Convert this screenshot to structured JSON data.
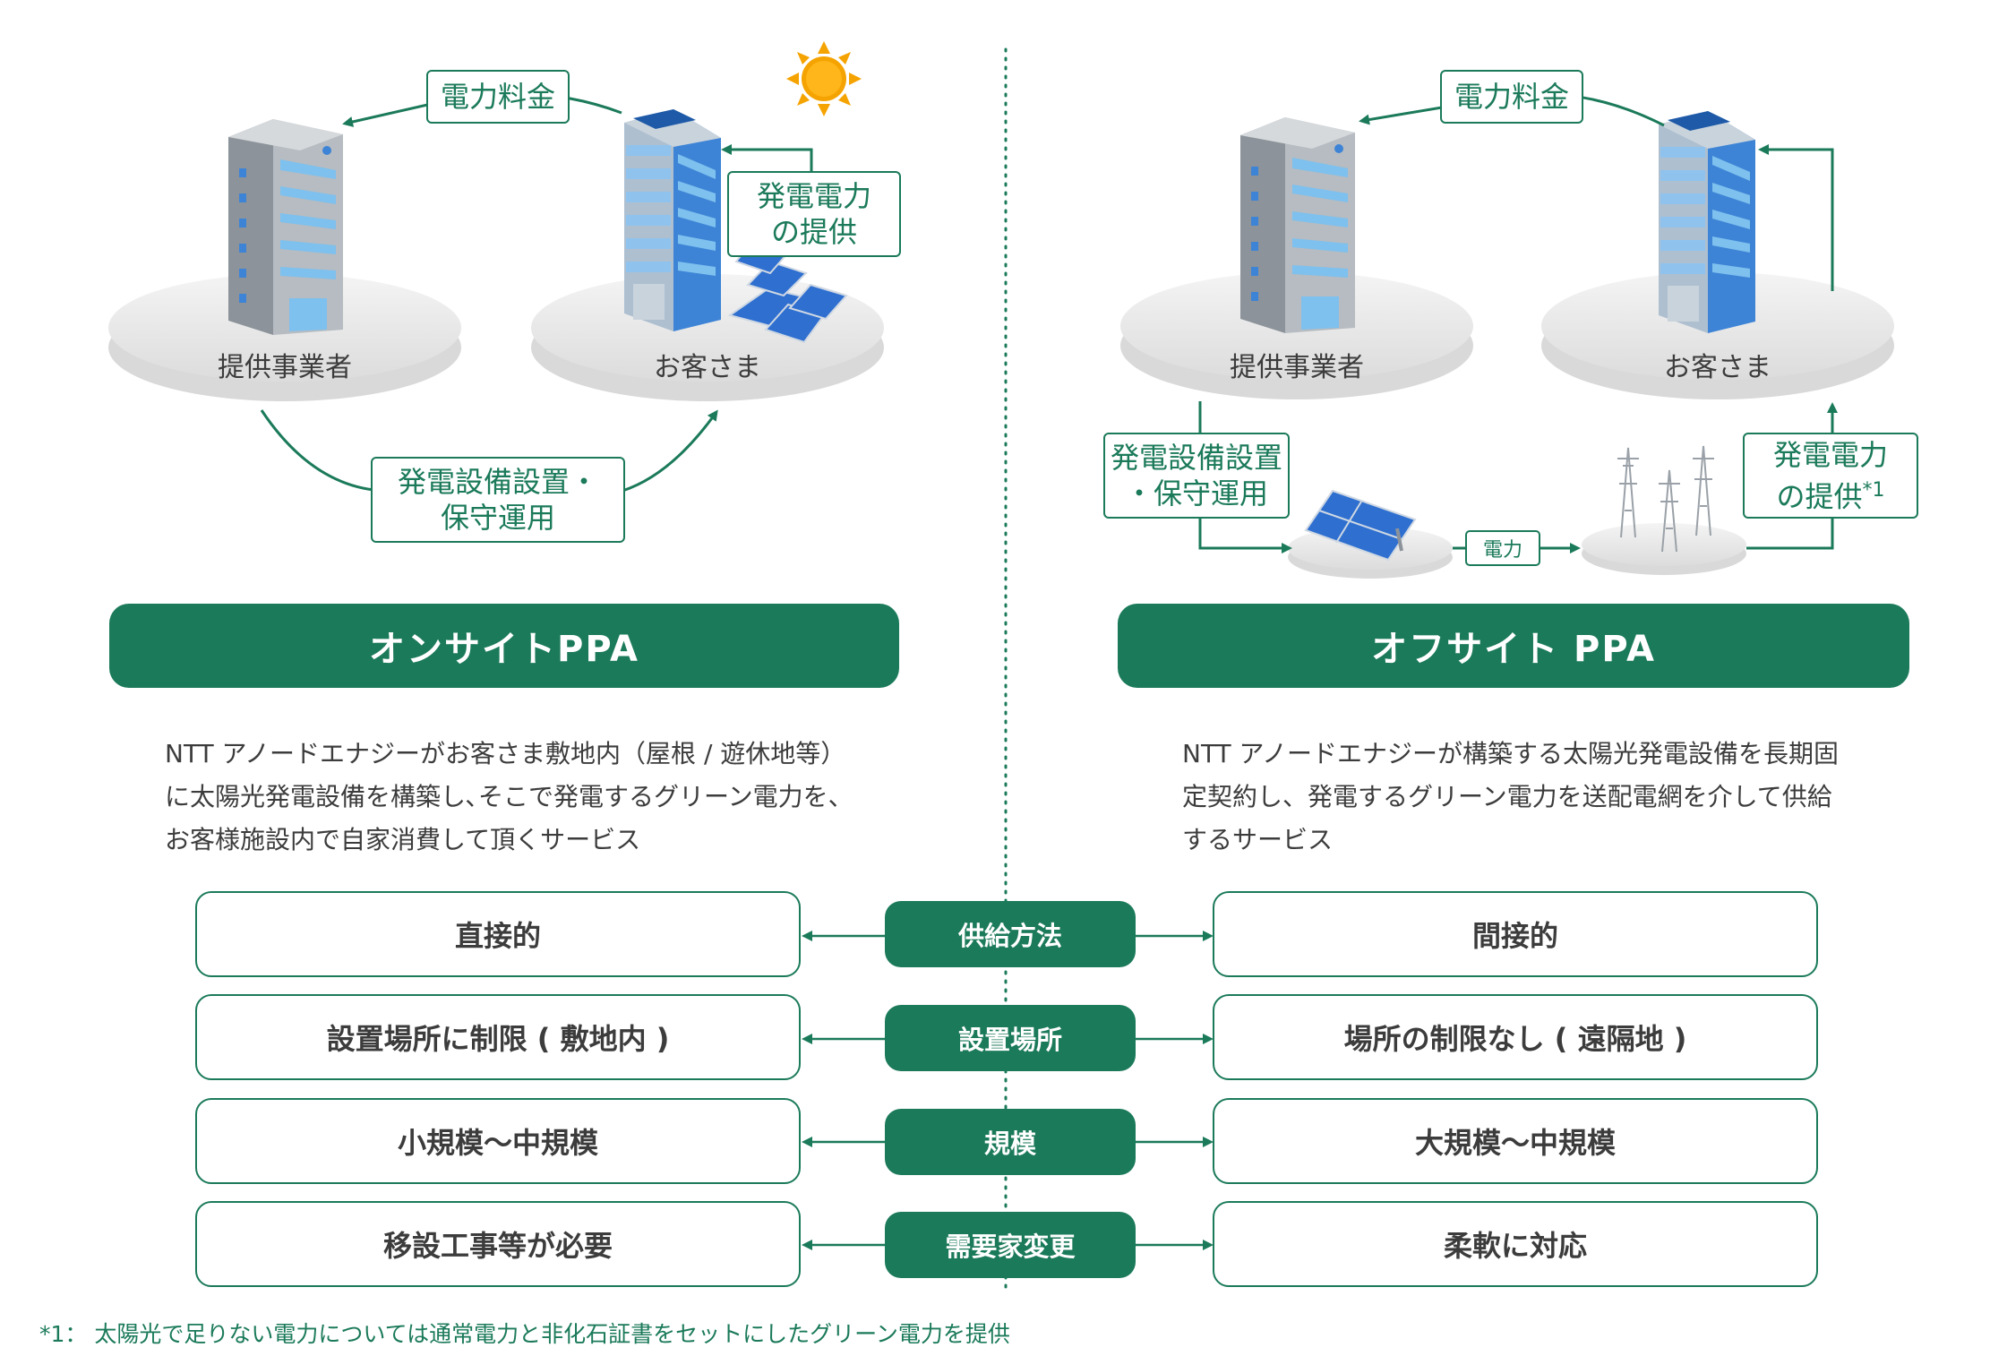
{
  "colors": {
    "accent": "#1b7a5a",
    "platform": "#e9e9e9",
    "building_gray": "#9aa1a8",
    "building_blue": "#3d84d6",
    "sun": "#f5a300"
  },
  "onsite": {
    "fee_label": "電力料金",
    "supply_label": [
      "発電電力",
      "の提供"
    ],
    "provider_label": "提供事業者",
    "customer_label": "お客さま",
    "install_label": [
      "発電設備設置・",
      "保守運用"
    ],
    "title": "オンサイトPPA",
    "description": [
      "NTT アノードエナジーがお客さま敷地内（屋根 / 遊休地等）",
      "に太陽光発電設備を構築し､そこで発電するグリーン電力を、",
      "お客様施設内で自家消費して頂くサービス"
    ]
  },
  "offsite": {
    "fee_label": "電力料金",
    "provider_label": "提供事業者",
    "customer_label": "お客さま",
    "install_label": [
      "発電設備設置",
      "・保守運用"
    ],
    "power_label": "電力",
    "supply_label": [
      "発電電力",
      "の提供"
    ],
    "supply_note": "*1",
    "title": "オフサイト PPA",
    "description": [
      "NTT アノードエナジーが構築する太陽光発電設備を長期固",
      "定契約し、発電するグリーン電力を送配電網を介して供給",
      "するサービス"
    ]
  },
  "comparison": [
    {
      "category": "供給方法",
      "onsite": "直接的",
      "offsite": "間接的"
    },
    {
      "category": "設置場所",
      "onsite": "設置場所に制限 ( 敷地内 )",
      "offsite": "場所の制限なし ( 遠隔地 )"
    },
    {
      "category": "規模",
      "onsite": "小規模～中規模",
      "offsite": "大規模～中規模"
    },
    {
      "category": "需要家変更",
      "onsite": "移設工事等が必要",
      "offsite": "柔軟に対応"
    }
  ],
  "footnote": "*1： 太陽光で足りない電力については通常電力と非化石証書をセットにしたグリーン電力を提供",
  "icons": [
    "sun-icon",
    "building-icon",
    "solar-panel-icon",
    "power-tower-icon",
    "arrow-icon"
  ]
}
